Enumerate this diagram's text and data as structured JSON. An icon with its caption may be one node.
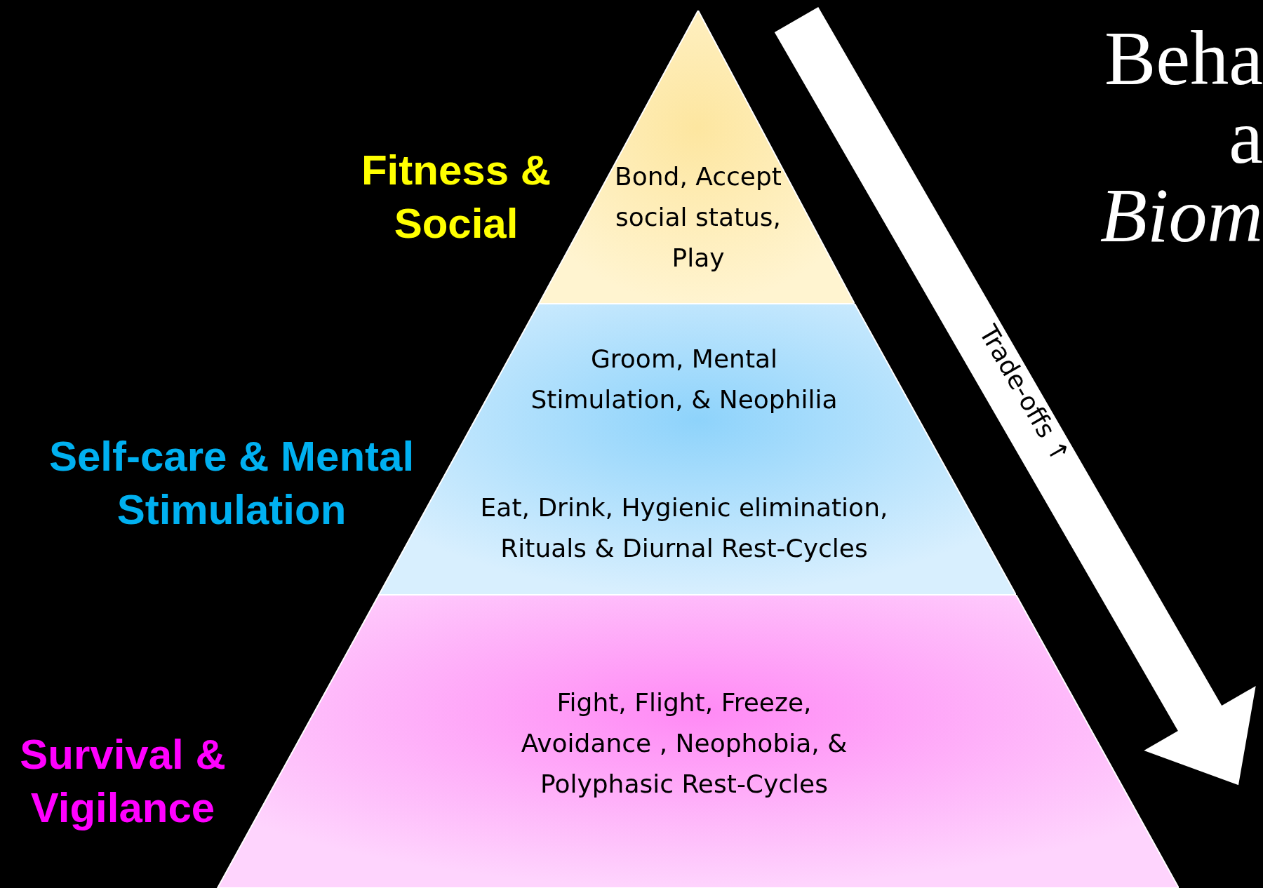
{
  "diagram": {
    "nodes": [
      {
        "text": [
          "Fitness & Social",
          "Bond, Accept social status, Play"
        ]
      },
      {
        "text": [
          "Self-care & Mental Stimulation",
          "Groom, Mental Stimulation, & Neophilia",
          "Eat, Drink, Hygienic elimination, Rituals & Diurnal Rest-Cycles"
        ]
      },
      {
        "text": [
          "Survival & Vigilance",
          "Fight, Flight, Freeze, Avoidance , Neophobia, & Polyphasic Rest-Cycles"
        ]
      }
    ],
    "edges": [],
    "labels": [
      "Beha",
      "a",
      "Biom",
      "Trade-offs ↑"
    ]
  }
}
